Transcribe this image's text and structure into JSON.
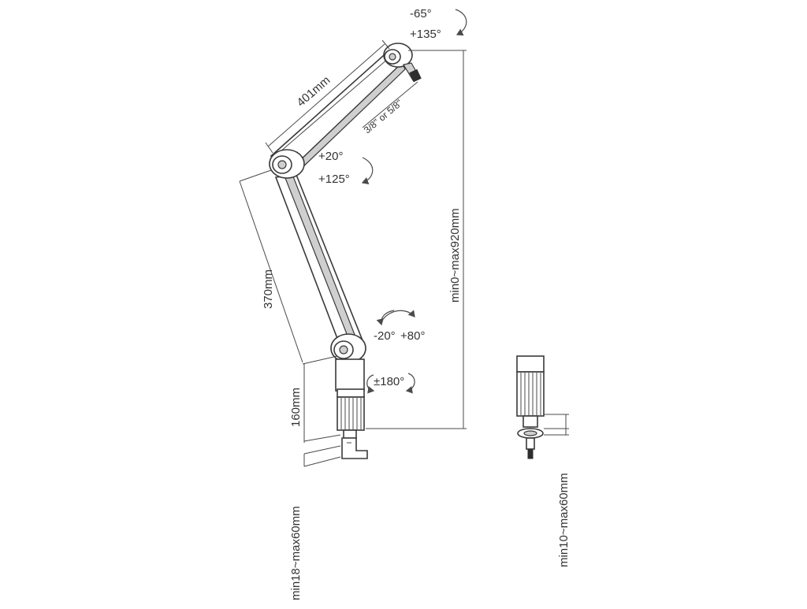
{
  "labels": {
    "rot_top_neg": "-65°",
    "rot_top_pos": "+135°",
    "upper_arm_length": "401mm",
    "thread_size": "3/8\" or 5/8\"",
    "rot_mid_pos1": "+20°",
    "rot_mid_pos2": "+125°",
    "lower_arm_length": "370mm",
    "total_height": "min0~max920mm",
    "rot_base_neg": "-20°",
    "rot_base_pos": "+80°",
    "swivel": "±180°",
    "post_height": "160mm",
    "clamp_range": "min18~max60mm",
    "grommet_range": "min10~max60mm"
  },
  "colors": {
    "line": "#3a3a3a",
    "shade": "#cfcfcf",
    "text": "#333333"
  }
}
